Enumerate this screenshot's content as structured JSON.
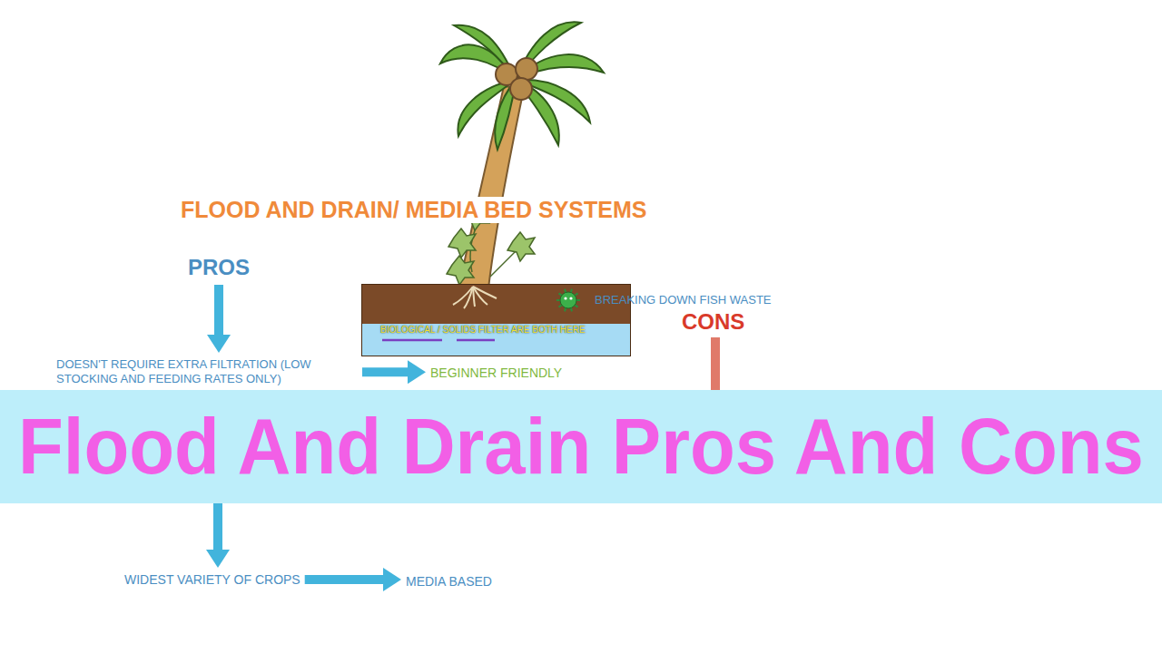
{
  "diagram": {
    "title": "FLOOD AND DRAIN/ MEDIA BED SYSTEMS",
    "nodes": [
      {
        "text": [
          "PROS"
        ]
      },
      {
        "text": [
          "DOESN'T REQUIRE EXTRA FILTRATION (LOW STOCKING AND FEEDING RATES ONLY)"
        ]
      },
      {
        "text": [
          "BEGINNER FRIENDLY"
        ]
      },
      {
        "text": [
          "BIOLOGICAL / SOLIDS FILTER ARE BOTH HERE"
        ]
      },
      {
        "text": [
          "CONS"
        ]
      },
      {
        "text": [
          "Flood And Drain Pros And Cons"
        ]
      },
      {
        "text": [
          "WIDEST VARIETY OF CROPS"
        ]
      },
      {
        "text": [
          "MEDIA BASED"
        ]
      }
    ],
    "edges": [
      {
        "from": 0,
        "to": 1,
        "arrow": "to"
      },
      {
        "from": 1,
        "to": 2,
        "arrow": "to"
      },
      {
        "from": 6,
        "to": 7,
        "arrow": "to"
      }
    ],
    "labels": [
      "BREAKING DOWN FISH WASTE"
    ]
  }
}
